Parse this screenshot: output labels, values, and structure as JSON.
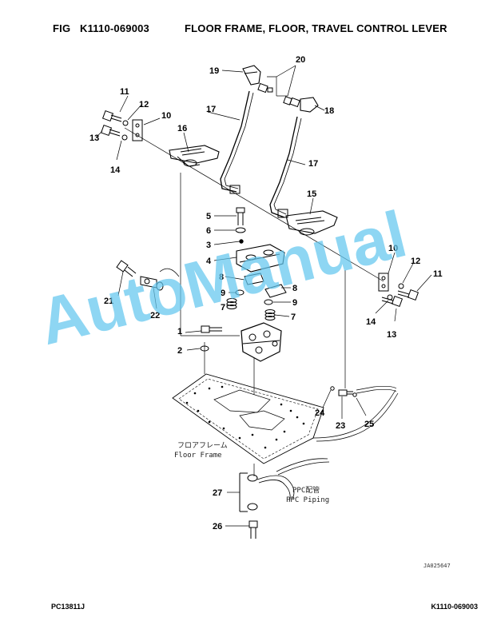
{
  "header": {
    "fig_label": "FIG",
    "fig_number": "K1110-069003",
    "title": "FLOOR FRAME, FLOOR, TRAVEL CONTROL LEVER"
  },
  "callouts": [
    {
      "id": "c1",
      "text": "1"
    },
    {
      "id": "c2",
      "text": "2"
    },
    {
      "id": "c3",
      "text": "3"
    },
    {
      "id": "c4",
      "text": "4"
    },
    {
      "id": "c5",
      "text": "5"
    },
    {
      "id": "c6",
      "text": "6"
    },
    {
      "id": "c7a",
      "text": "7"
    },
    {
      "id": "c7b",
      "text": "7"
    },
    {
      "id": "c8a",
      "text": "8"
    },
    {
      "id": "c8b",
      "text": "8"
    },
    {
      "id": "c9a",
      "text": "9"
    },
    {
      "id": "c9b",
      "text": "9"
    },
    {
      "id": "c10a",
      "text": "10"
    },
    {
      "id": "c10b",
      "text": "10"
    },
    {
      "id": "c11a",
      "text": "11"
    },
    {
      "id": "c11b",
      "text": "11"
    },
    {
      "id": "c12a",
      "text": "12"
    },
    {
      "id": "c12b",
      "text": "12"
    },
    {
      "id": "c13a",
      "text": "13"
    },
    {
      "id": "c13b",
      "text": "13"
    },
    {
      "id": "c14a",
      "text": "14"
    },
    {
      "id": "c14b",
      "text": "14"
    },
    {
      "id": "c15",
      "text": "15"
    },
    {
      "id": "c16",
      "text": "16"
    },
    {
      "id": "c17a",
      "text": "17"
    },
    {
      "id": "c17b",
      "text": "17"
    },
    {
      "id": "c18",
      "text": "18"
    },
    {
      "id": "c19",
      "text": "19"
    },
    {
      "id": "c20",
      "text": "20"
    },
    {
      "id": "c21",
      "text": "21"
    },
    {
      "id": "c22",
      "text": "22"
    },
    {
      "id": "c23",
      "text": "23"
    },
    {
      "id": "c24",
      "text": "24"
    },
    {
      "id": "c25",
      "text": "25"
    },
    {
      "id": "c26",
      "text": "26"
    },
    {
      "id": "c27",
      "text": "27"
    }
  ],
  "labels": {
    "floor_frame_jp": "フロアフレーム",
    "floor_frame_en": "Floor Frame",
    "ppc_piping_jp": "PPC配管",
    "ppc_piping_en": "PPC Piping"
  },
  "drawing_code": "JA025647",
  "footer": {
    "left": "PC13811J",
    "right": "K1110-069003"
  },
  "watermark": "AutoManual",
  "colors": {
    "line": "#000000",
    "watermark": "#63c7ef"
  }
}
